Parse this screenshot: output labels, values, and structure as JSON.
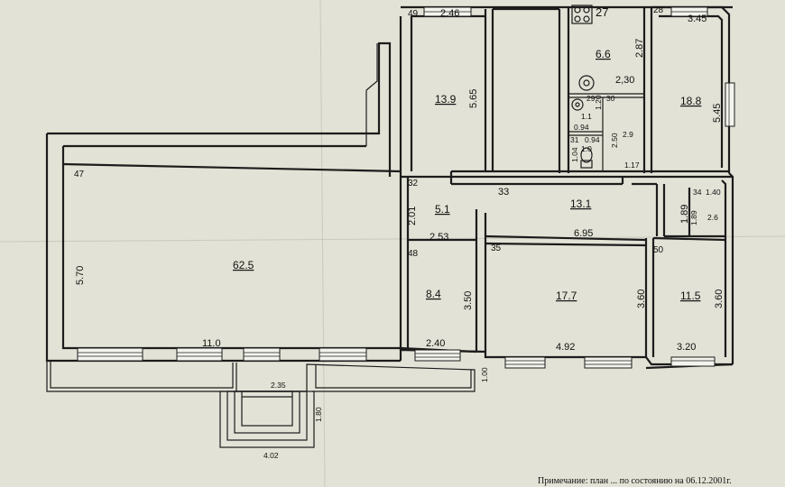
{
  "room_numbers": {
    "r27": "27",
    "r28": "28",
    "r29": "29",
    "r30": "30",
    "r31": "31",
    "r32": "32",
    "r33": "33",
    "r34": "34",
    "r35": "35",
    "r47": "47",
    "r48": "48",
    "r49": "49",
    "r50": "50"
  },
  "areas": {
    "a62_5": "62.5",
    "a13_9": "13.9",
    "a6_6": "6.6",
    "a18_8": "18.8",
    "a1_1": "1.1",
    "a1_0": "1.0",
    "a2_9": "2.9",
    "a5_1": "5.1",
    "a13_1": "13.1",
    "a8_4": "8.4",
    "a17_7": "17.7",
    "a11_5": "11.5",
    "a2_6": "2.6"
  },
  "dimensions": {
    "d2_46": "2.46",
    "d3_45": "3.45",
    "d2_87": "2.87",
    "d2_30": "2,30",
    "d5_65": "5.65",
    "d5_45": "5.45",
    "d1_20": "1.20",
    "d0_94a": "0.94",
    "d0_94b": "0.94",
    "d2_50": "2.50",
    "d1_04": "1.04",
    "d1_17": "1.17",
    "d1_40": "1.40",
    "d1_89a": "1.89",
    "d1_89b": "1.89",
    "d2_01": "2.01",
    "d2_53": "2.53",
    "d6_95": "6.95",
    "d5_70": "5.70",
    "d3_50": "3.50",
    "d3_60a": "3.60",
    "d3_60b": "3.60",
    "d11_0": "11.0",
    "d2_40": "2.40",
    "d4_92": "4.92",
    "d3_20": "3.20",
    "d1_00": "1.00",
    "d2_35": "2.35",
    "d1_80": "1.80",
    "d4_02": "4.02"
  },
  "note": "Примечание: план ... по состоянию на 06.12.2001г."
}
